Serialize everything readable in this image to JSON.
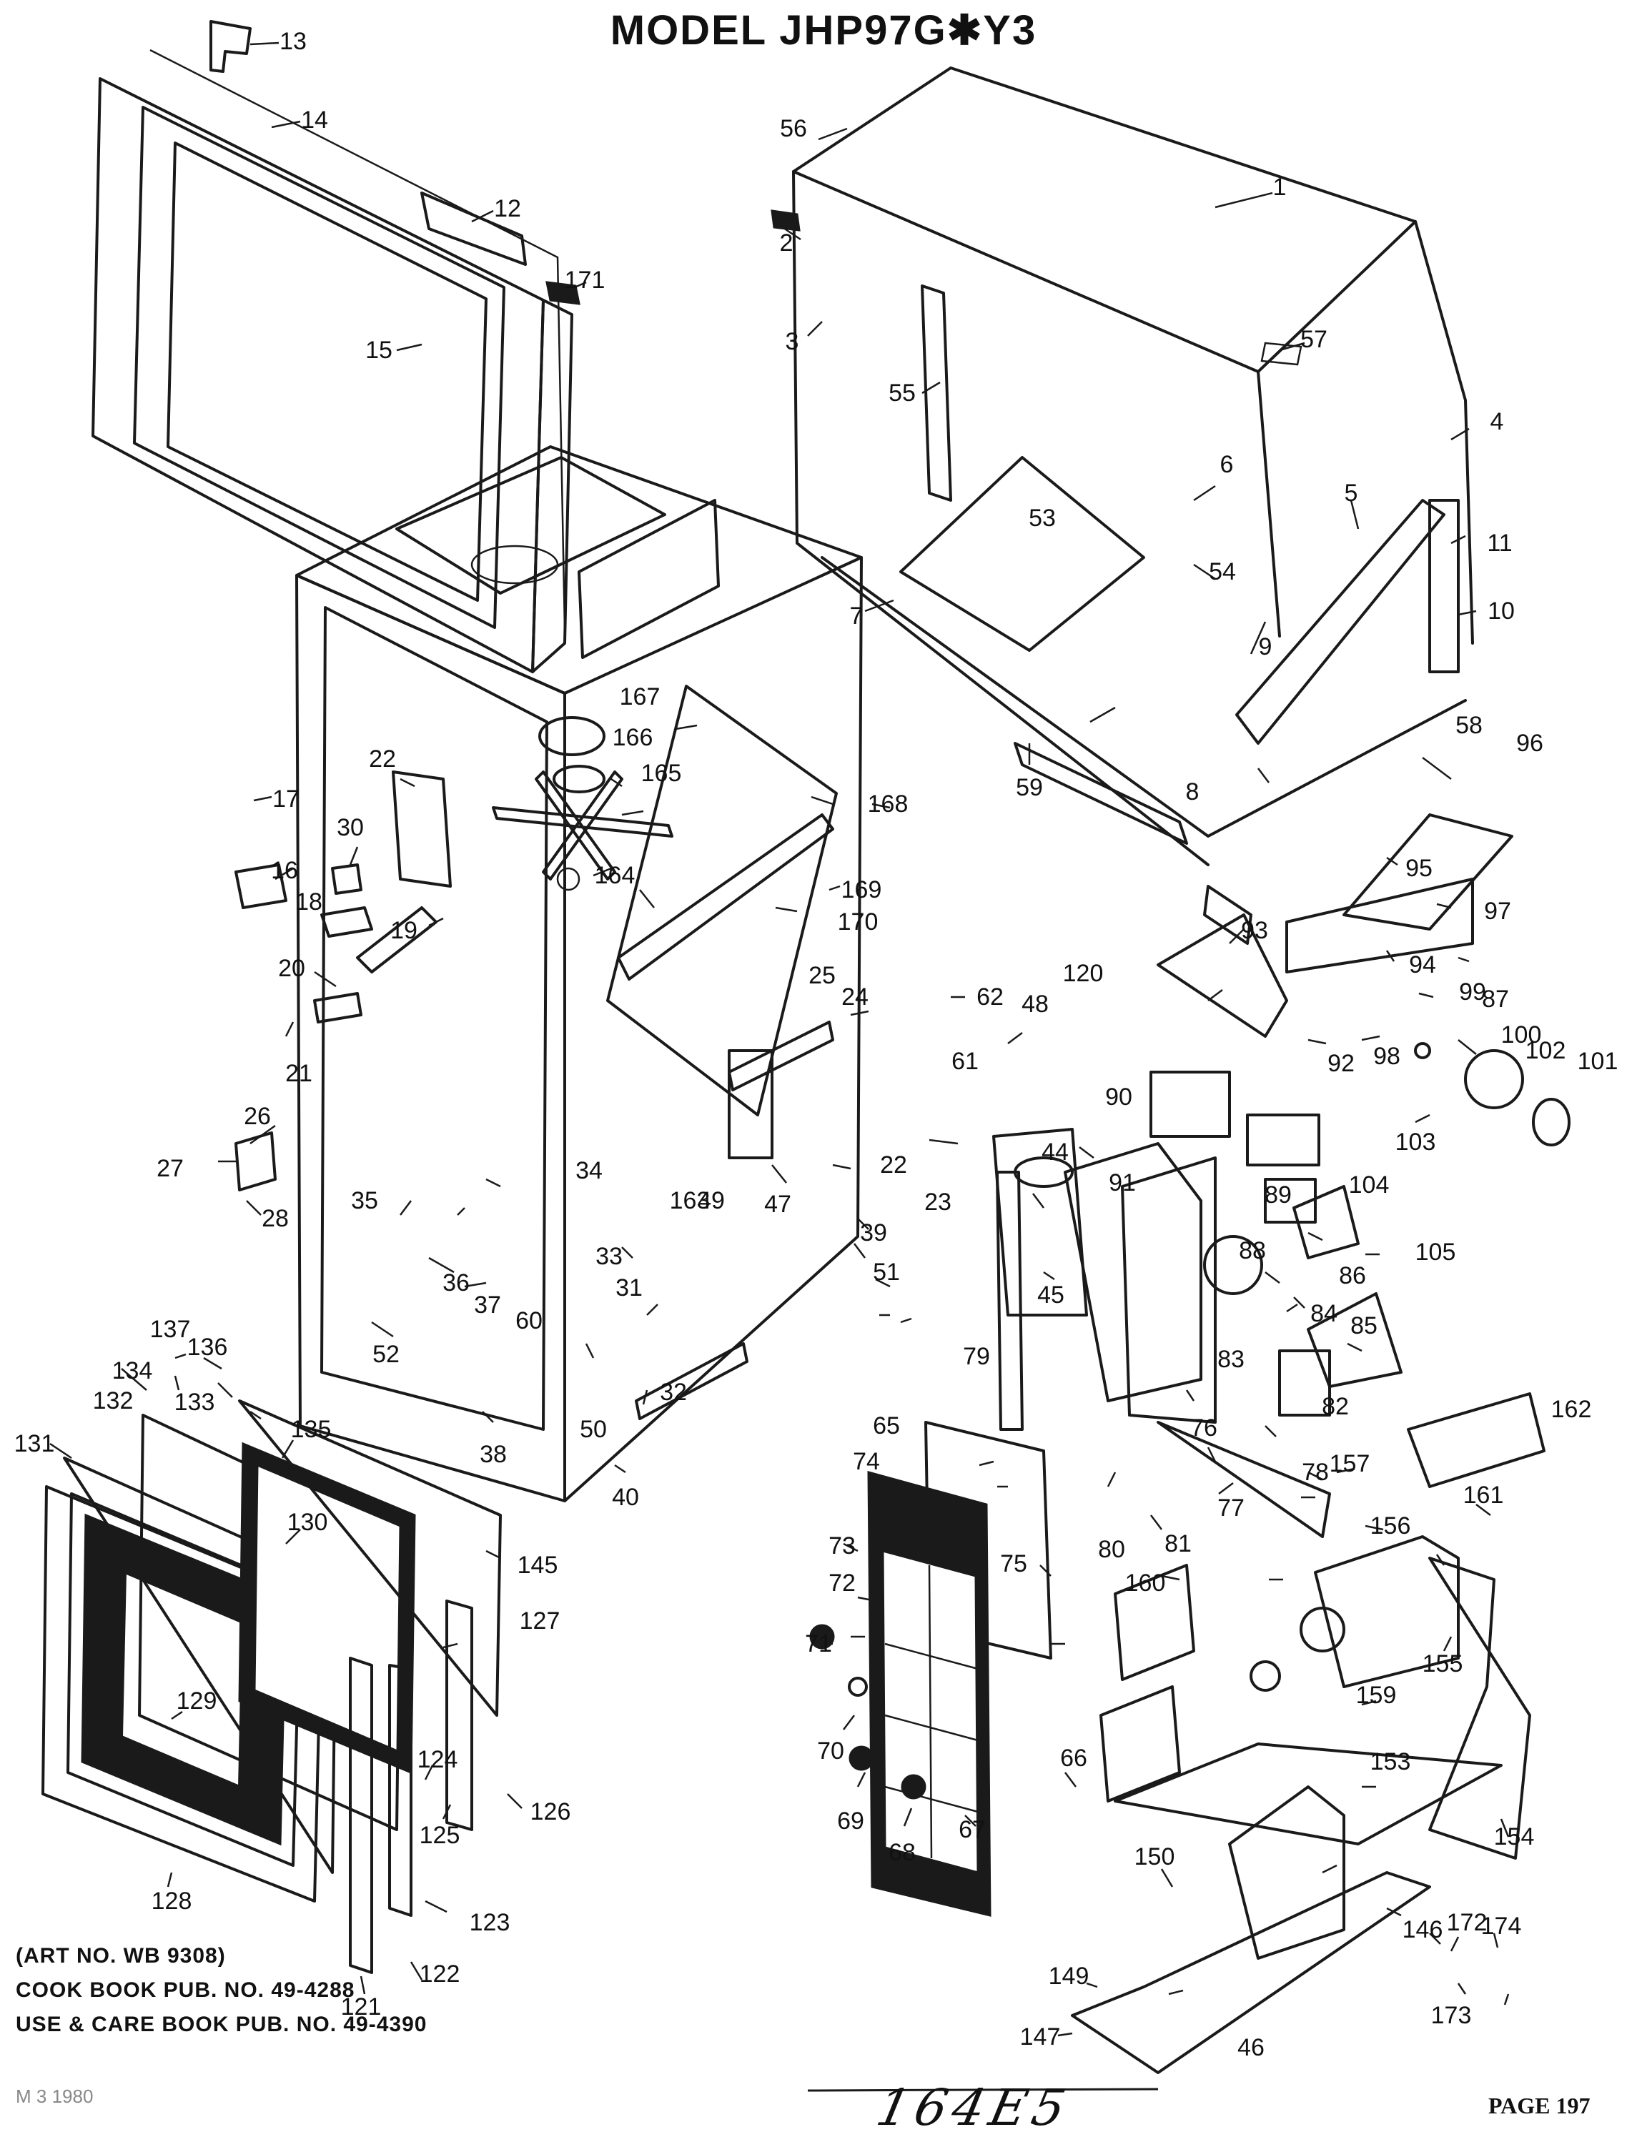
{
  "title": "MODEL JHP97G✱Y3",
  "notes": [
    "(ART NO. WB 9308)",
    "COOK BOOK PUB. NO. 49-4288",
    "USE & CARE BOOK PUB. NO. 49-4390"
  ],
  "handwritten": "164E5",
  "page_number": "PAGE 197",
  "date_stamp": "M 3 1980",
  "part_numbers": [
    "1",
    "2",
    "3",
    "4",
    "5",
    "6",
    "7",
    "8",
    "9",
    "10",
    "11",
    "12",
    "13",
    "14",
    "15",
    "16",
    "17",
    "18",
    "19",
    "20",
    "21",
    "22",
    "22",
    "23",
    "24",
    "25",
    "26",
    "27",
    "28",
    "30",
    "31",
    "32",
    "33",
    "34",
    "35",
    "36",
    "37",
    "38",
    "39",
    "40",
    "44",
    "45",
    "46",
    "47",
    "48",
    "49",
    "50",
    "51",
    "52",
    "53",
    "54",
    "55",
    "56",
    "57",
    "58",
    "59",
    "60",
    "61",
    "62",
    "65",
    "66",
    "67",
    "68",
    "69",
    "70",
    "71",
    "72",
    "73",
    "74",
    "75",
    "76",
    "77",
    "78",
    "79",
    "80",
    "81",
    "82",
    "83",
    "84",
    "85",
    "86",
    "87",
    "88",
    "89",
    "90",
    "91",
    "92",
    "93",
    "94",
    "95",
    "96",
    "97",
    "98",
    "99",
    "100",
    "101",
    "102",
    "103",
    "104",
    "105",
    "120",
    "121",
    "122",
    "123",
    "124",
    "125",
    "126",
    "127",
    "128",
    "129",
    "130",
    "131",
    "132",
    "133",
    "134",
    "135",
    "136",
    "137",
    "145",
    "146",
    "147",
    "149",
    "150",
    "153",
    "154",
    "155",
    "156",
    "157",
    "159",
    "160",
    "161",
    "162",
    "163",
    "164",
    "165",
    "166",
    "167",
    "168",
    "169",
    "170",
    "171",
    "172",
    "173",
    "174"
  ]
}
